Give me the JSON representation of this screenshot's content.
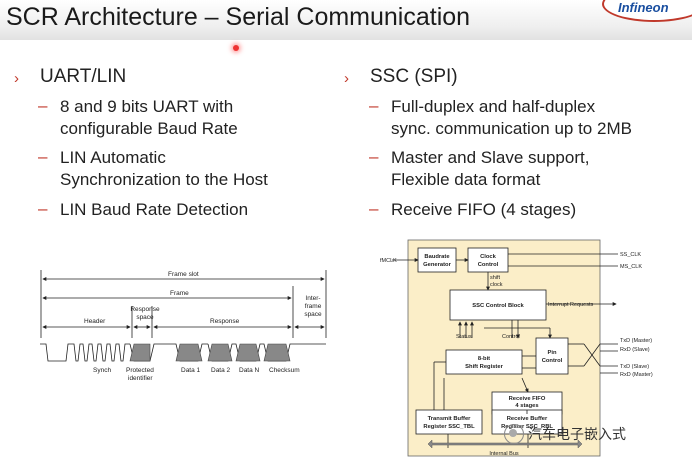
{
  "slide": {
    "title": "SCR Architecture – Serial Communication",
    "logo_text": "Infineon"
  },
  "left": {
    "heading": "UART/LIN",
    "bullets": [
      {
        "line1": "8 and 9 bits UART with",
        "line2": "configurable Baud Rate"
      },
      {
        "line1": "LIN Automatic",
        "line2": "Synchronization to the Host"
      },
      {
        "line1": "LIN Baud Rate Detection",
        "line2": ""
      }
    ]
  },
  "right": {
    "heading": "SSC (SPI)",
    "bullets": [
      {
        "line1": "Full-duplex and half-duplex",
        "line2": "sync. communication up to 2MB"
      },
      {
        "line1": "Master and Slave support,",
        "line2": "Flexible data format"
      },
      {
        "line1": "Receive FIFO (4 stages)",
        "line2": ""
      }
    ]
  },
  "lin_frame": {
    "frame_slot": "Frame slot",
    "frame": "Frame",
    "header": "Header",
    "response_space_1": "Response",
    "response_space_2": "space",
    "response": "Response",
    "interframe_1": "Inter-",
    "interframe_2": "frame",
    "interframe_3": "space",
    "synch": "Synch",
    "protected_1": "Protected",
    "protected_2": "identifier",
    "data1": "Data 1",
    "data2": "Data 2",
    "datan": "Data N",
    "checksum": "Checksum"
  },
  "ssc_block": {
    "fmclk": "fMCLK",
    "baudrate_1": "Baudrate",
    "baudrate_2": "Generator",
    "clock_1": "Clock",
    "clock_2": "Control",
    "shift_1": "shift",
    "shift_2": "clock",
    "ss_clk": "SS_CLK",
    "ms_clk": "MS_CLK",
    "control_block": "SSC Control Block",
    "interrupt": "Interrupt Requests",
    "status": "Status",
    "control": "Control",
    "pin_1": "Pin",
    "pin_2": "Control",
    "txd_master": "TxD (Master)",
    "rxd_slave": "RxD (Slave)",
    "txd_slave": "TxD (Slave)",
    "rxd_master": "RxD (Master)",
    "shift_reg_1": "8-bit",
    "shift_reg_2": "Shift Register",
    "fifo_1": "Receive FIFO",
    "fifo_2": "4 stages",
    "tx_buf_1": "Transmit Buffer",
    "tx_buf_2": "Register SSC_TBL",
    "rx_buf_1": "Receive Buffer",
    "rx_buf_2": "Register SSC_RBL",
    "internal_bus": "Internal Bus"
  },
  "watermark": "汽车电子嵌入式",
  "colors": {
    "accent": "#c0392b",
    "block_bg": "#fbeec8",
    "block_border": "#555555"
  }
}
